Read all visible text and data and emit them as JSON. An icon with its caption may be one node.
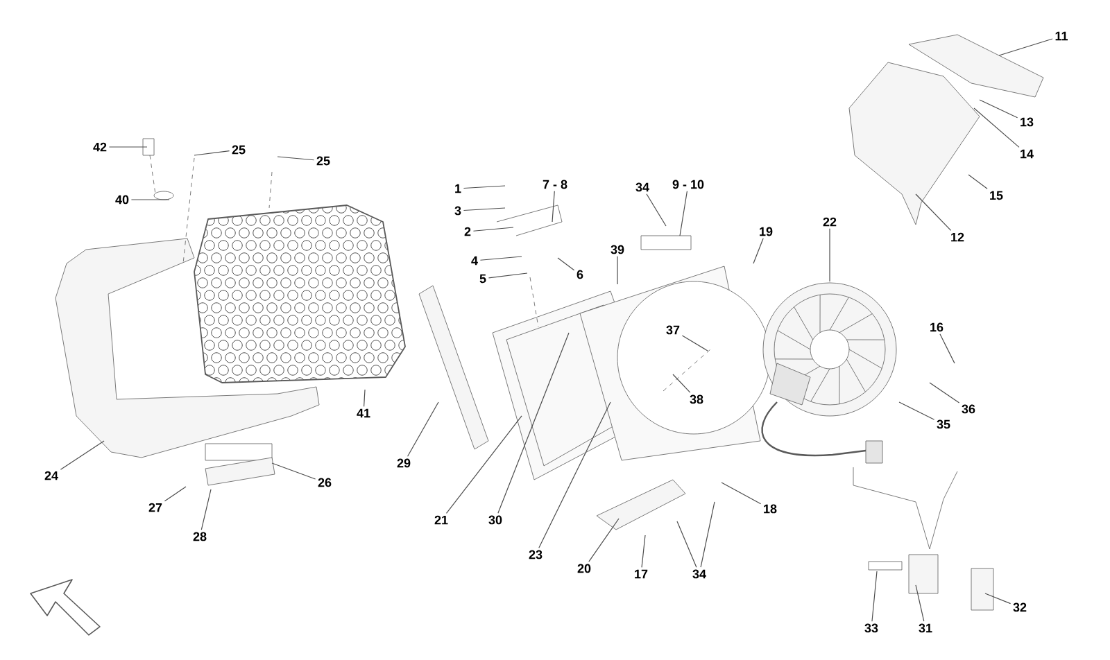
{
  "diagram": {
    "nodes": [
      {
        "text": [
          "11"
        ]
      },
      {
        "text": [
          "13"
        ]
      },
      {
        "text": [
          "42"
        ]
      },
      {
        "text": [
          "25"
        ]
      },
      {
        "text": [
          "25"
        ]
      },
      {
        "text": [
          "14"
        ]
      },
      {
        "text": [
          "1"
        ]
      },
      {
        "text": [
          "7 - 8"
        ]
      },
      {
        "text": [
          "34"
        ]
      },
      {
        "text": [
          "9 - 10"
        ]
      },
      {
        "text": [
          "15"
        ]
      },
      {
        "text": [
          "40"
        ]
      },
      {
        "text": [
          "3"
        ]
      },
      {
        "text": [
          "2"
        ]
      },
      {
        "text": [
          "22"
        ]
      },
      {
        "text": [
          "19"
        ]
      },
      {
        "text": [
          "12"
        ]
      },
      {
        "text": [
          "39"
        ]
      },
      {
        "text": [
          "4"
        ]
      },
      {
        "text": [
          "6"
        ]
      },
      {
        "text": [
          "5"
        ]
      },
      {
        "text": [
          "16"
        ]
      },
      {
        "text": [
          "37"
        ]
      },
      {
        "text": [
          "38"
        ]
      },
      {
        "text": [
          "41"
        ]
      },
      {
        "text": [
          "36"
        ]
      },
      {
        "text": [
          "35"
        ]
      },
      {
        "text": [
          "29"
        ]
      },
      {
        "text": [
          "24"
        ]
      },
      {
        "text": [
          "26"
        ]
      },
      {
        "text": [
          "27"
        ]
      },
      {
        "text": [
          "18"
        ]
      },
      {
        "text": [
          "21"
        ]
      },
      {
        "text": [
          "30"
        ]
      },
      {
        "text": [
          "28"
        ]
      },
      {
        "text": [
          "23"
        ]
      },
      {
        "text": [
          "20"
        ]
      },
      {
        "text": [
          "17"
        ]
      },
      {
        "text": [
          "34"
        ]
      },
      {
        "text": [
          "32"
        ]
      },
      {
        "text": [
          "33"
        ]
      },
      {
        "text": [
          "31"
        ]
      }
    ],
    "edges": [
      {
        "from": 0,
        "to": null,
        "arrow": "none"
      },
      {
        "from": 1,
        "to": null,
        "arrow": "none"
      },
      {
        "from": 2,
        "to": null,
        "arrow": "none"
      },
      {
        "from": 3,
        "to": null,
        "arrow": "none"
      },
      {
        "from": 4,
        "to": null,
        "arrow": "none"
      },
      {
        "from": 5,
        "to": null,
        "arrow": "none"
      },
      {
        "from": 6,
        "to": null,
        "arrow": "none"
      },
      {
        "from": 7,
        "to": null,
        "arrow": "none"
      },
      {
        "from": 8,
        "to": null,
        "arrow": "none"
      },
      {
        "from": 9,
        "to": null,
        "arrow": "none"
      },
      {
        "from": 10,
        "to": null,
        "arrow": "none"
      },
      {
        "from": 11,
        "to": null,
        "arrow": "none"
      },
      {
        "from": 12,
        "to": null,
        "arrow": "none"
      },
      {
        "from": 13,
        "to": null,
        "arrow": "none"
      },
      {
        "from": 14,
        "to": null,
        "arrow": "none"
      },
      {
        "from": 15,
        "to": null,
        "arrow": "none"
      },
      {
        "from": 16,
        "to": null,
        "arrow": "none"
      },
      {
        "from": 17,
        "to": null,
        "arrow": "none"
      },
      {
        "from": 18,
        "to": null,
        "arrow": "none"
      },
      {
        "from": 19,
        "to": null,
        "arrow": "none"
      },
      {
        "from": 20,
        "to": null,
        "arrow": "none"
      },
      {
        "from": 21,
        "to": null,
        "arrow": "none"
      },
      {
        "from": 22,
        "to": null,
        "arrow": "none"
      },
      {
        "from": 23,
        "to": null,
        "arrow": "none"
      },
      {
        "from": 24,
        "to": null,
        "arrow": "none"
      },
      {
        "from": 25,
        "to": null,
        "arrow": "none"
      },
      {
        "from": 26,
        "to": null,
        "arrow": "none"
      },
      {
        "from": 27,
        "to": null,
        "arrow": "none"
      },
      {
        "from": 28,
        "to": null,
        "arrow": "none"
      },
      {
        "from": 29,
        "to": null,
        "arrow": "none"
      },
      {
        "from": 30,
        "to": null,
        "arrow": "none"
      },
      {
        "from": 31,
        "to": null,
        "arrow": "none"
      },
      {
        "from": 32,
        "to": null,
        "arrow": "none"
      },
      {
        "from": 33,
        "to": null,
        "arrow": "none"
      },
      {
        "from": 34,
        "to": null,
        "arrow": "none"
      },
      {
        "from": 35,
        "to": null,
        "arrow": "none"
      },
      {
        "from": 36,
        "to": null,
        "arrow": "none"
      },
      {
        "from": 37,
        "to": null,
        "arrow": "none"
      },
      {
        "from": 38,
        "to": null,
        "arrow": "none"
      },
      {
        "from": 38,
        "to": null,
        "arrow": "none"
      },
      {
        "from": 39,
        "to": null,
        "arrow": "none"
      },
      {
        "from": 40,
        "to": null,
        "arrow": "none"
      },
      {
        "from": 41,
        "to": null,
        "arrow": "none"
      }
    ]
  }
}
